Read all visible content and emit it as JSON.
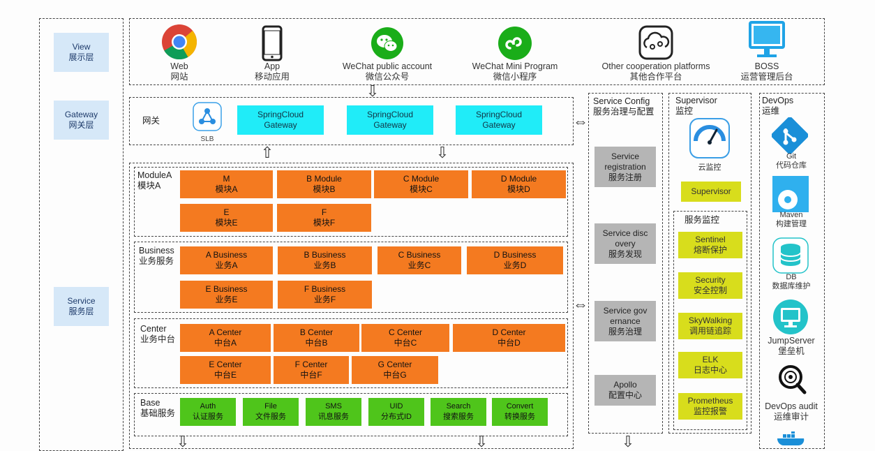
{
  "layers": {
    "view": "View\n展示层",
    "gateway": "Gateway\n网关层",
    "service": "Service\n服务层"
  },
  "clients": [
    {
      "icon": "chrome-icon",
      "label": "Web\n网站"
    },
    {
      "icon": "smartphone-icon",
      "label": "App\n移动应用"
    },
    {
      "icon": "wechat-icon",
      "label": "WeChat public account\n微信公众号"
    },
    {
      "icon": "wechat-mini-program-icon",
      "label": "WeChat Mini Program\n微信小程序"
    },
    {
      "icon": "cooperation-platform-icon",
      "label": "Other cooperation platforms\n其他合作平台"
    },
    {
      "icon": "monitor-icon",
      "label": "BOSS\n运营管理后台"
    }
  ],
  "gateway": {
    "title": "网关",
    "slb": "SLB",
    "items": [
      "SpringCloud\nGateway",
      "SpringCloud\nGateway",
      "SpringCloud\nGateway"
    ]
  },
  "module": {
    "title": "ModuleA\n模块A",
    "items": [
      "M\n模块A",
      "B Module\n模块B",
      "C Module\n模块C",
      "D Module\n模块D",
      "E\n模块E",
      "F\n模块F"
    ]
  },
  "business": {
    "title": "Business\n业务服务",
    "items": [
      "A Business\n业务A",
      "B Business\n业务B",
      "C Business\n业务C",
      "D Business\n业务D",
      "E Business\n业务E",
      "F Business\n业务F"
    ]
  },
  "center": {
    "title": "Center\n业务中台",
    "items": [
      "A Center\n中台A",
      "B Center\n中台B",
      "C Center\n中台C",
      "D Center\n中台D",
      "E Center\n中台E",
      "F Center\n中台F",
      "G Center\n中台G"
    ]
  },
  "base": {
    "title": "Base\n基础服务",
    "items": [
      "Auth\n认证服务",
      "File\n文件服务",
      "SMS\n讯息服务",
      "UID\n分布式ID",
      "Search\n搜索服务",
      "Convert\n转换服务"
    ]
  },
  "service_config": {
    "title": "Service Config\n服务治理与配置",
    "items": [
      "Service\nregistration\n服务注册",
      "Service disc\novery\n服务发现",
      "Service gov\nernance\n服务治理",
      "Apollo\n配置中心"
    ]
  },
  "supervisor": {
    "title": "Supervisor\n监控",
    "cloud_label": "云监控",
    "supervisor_btn": "Supervisor",
    "monitor_title": "服务监控",
    "monitor_items": [
      "Sentinel\n熔断保护",
      "Security\n安全控制",
      "SkyWalking\n调用链追踪",
      "ELK\n日志中心",
      "Prometheus\n监控报警"
    ]
  },
  "devops": {
    "title": "DevOps\n运维",
    "items": [
      {
        "icon": "git-icon",
        "label": "Git\n代码仓库"
      },
      {
        "icon": "maven-icon",
        "label": "Maven\n构建管理"
      },
      {
        "icon": "database-icon",
        "label": "DB\n数据库维护"
      },
      {
        "icon": "jumpserver-icon",
        "label": "JumpServer\n堡垒机"
      },
      {
        "icon": "audit-icon",
        "label": "DevOps audit\n运维审计"
      }
    ]
  }
}
